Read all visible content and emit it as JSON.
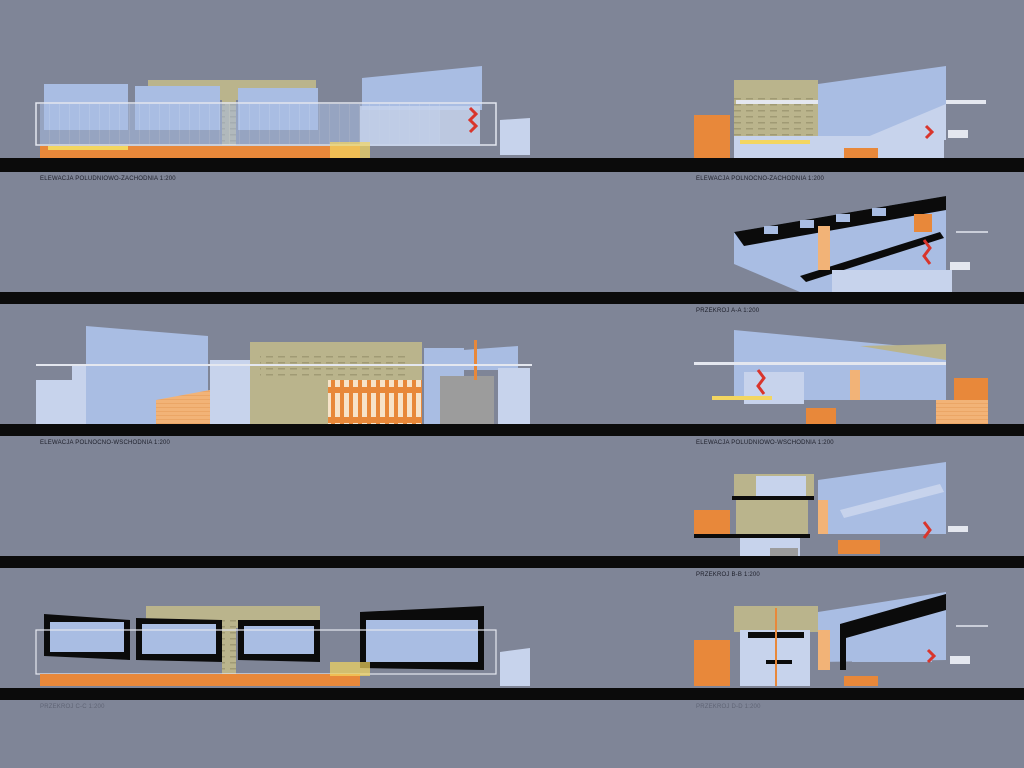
{
  "sheet": {
    "background": "#7f8597",
    "palette": {
      "glass": "#a9bde3",
      "glass_light": "#c7d3ec",
      "orange": "#e8883a",
      "orange_light": "#f2b377",
      "khaki": "#bab48c",
      "yellow": "#f3d660",
      "red": "#d9352c",
      "ground": "#0b0b0b",
      "frame": "#e4e7ef",
      "concrete": "#9c9c9c"
    }
  },
  "captions": {
    "r1_left": "ELEWACJA POLUDNIOWO-ZACHODNIA  1:200",
    "r1_right": "ELEWACJA POLNOCNO-ZACHODNIA  1:200",
    "r2_right": "PRZEKROJ A-A  1:200",
    "r3_left": "ELEWACJA POLNOCNO-WSCHODNIA  1:200",
    "r3_right": "ELEWACJA POLUDNIOWO-WSCHODNIA  1:200",
    "r4_right": "PRZEKROJ B-B  1:200",
    "r5_left": "PRZEKROJ C-C  1:200",
    "r5_right": "PRZEKROJ D-D  1:200"
  }
}
